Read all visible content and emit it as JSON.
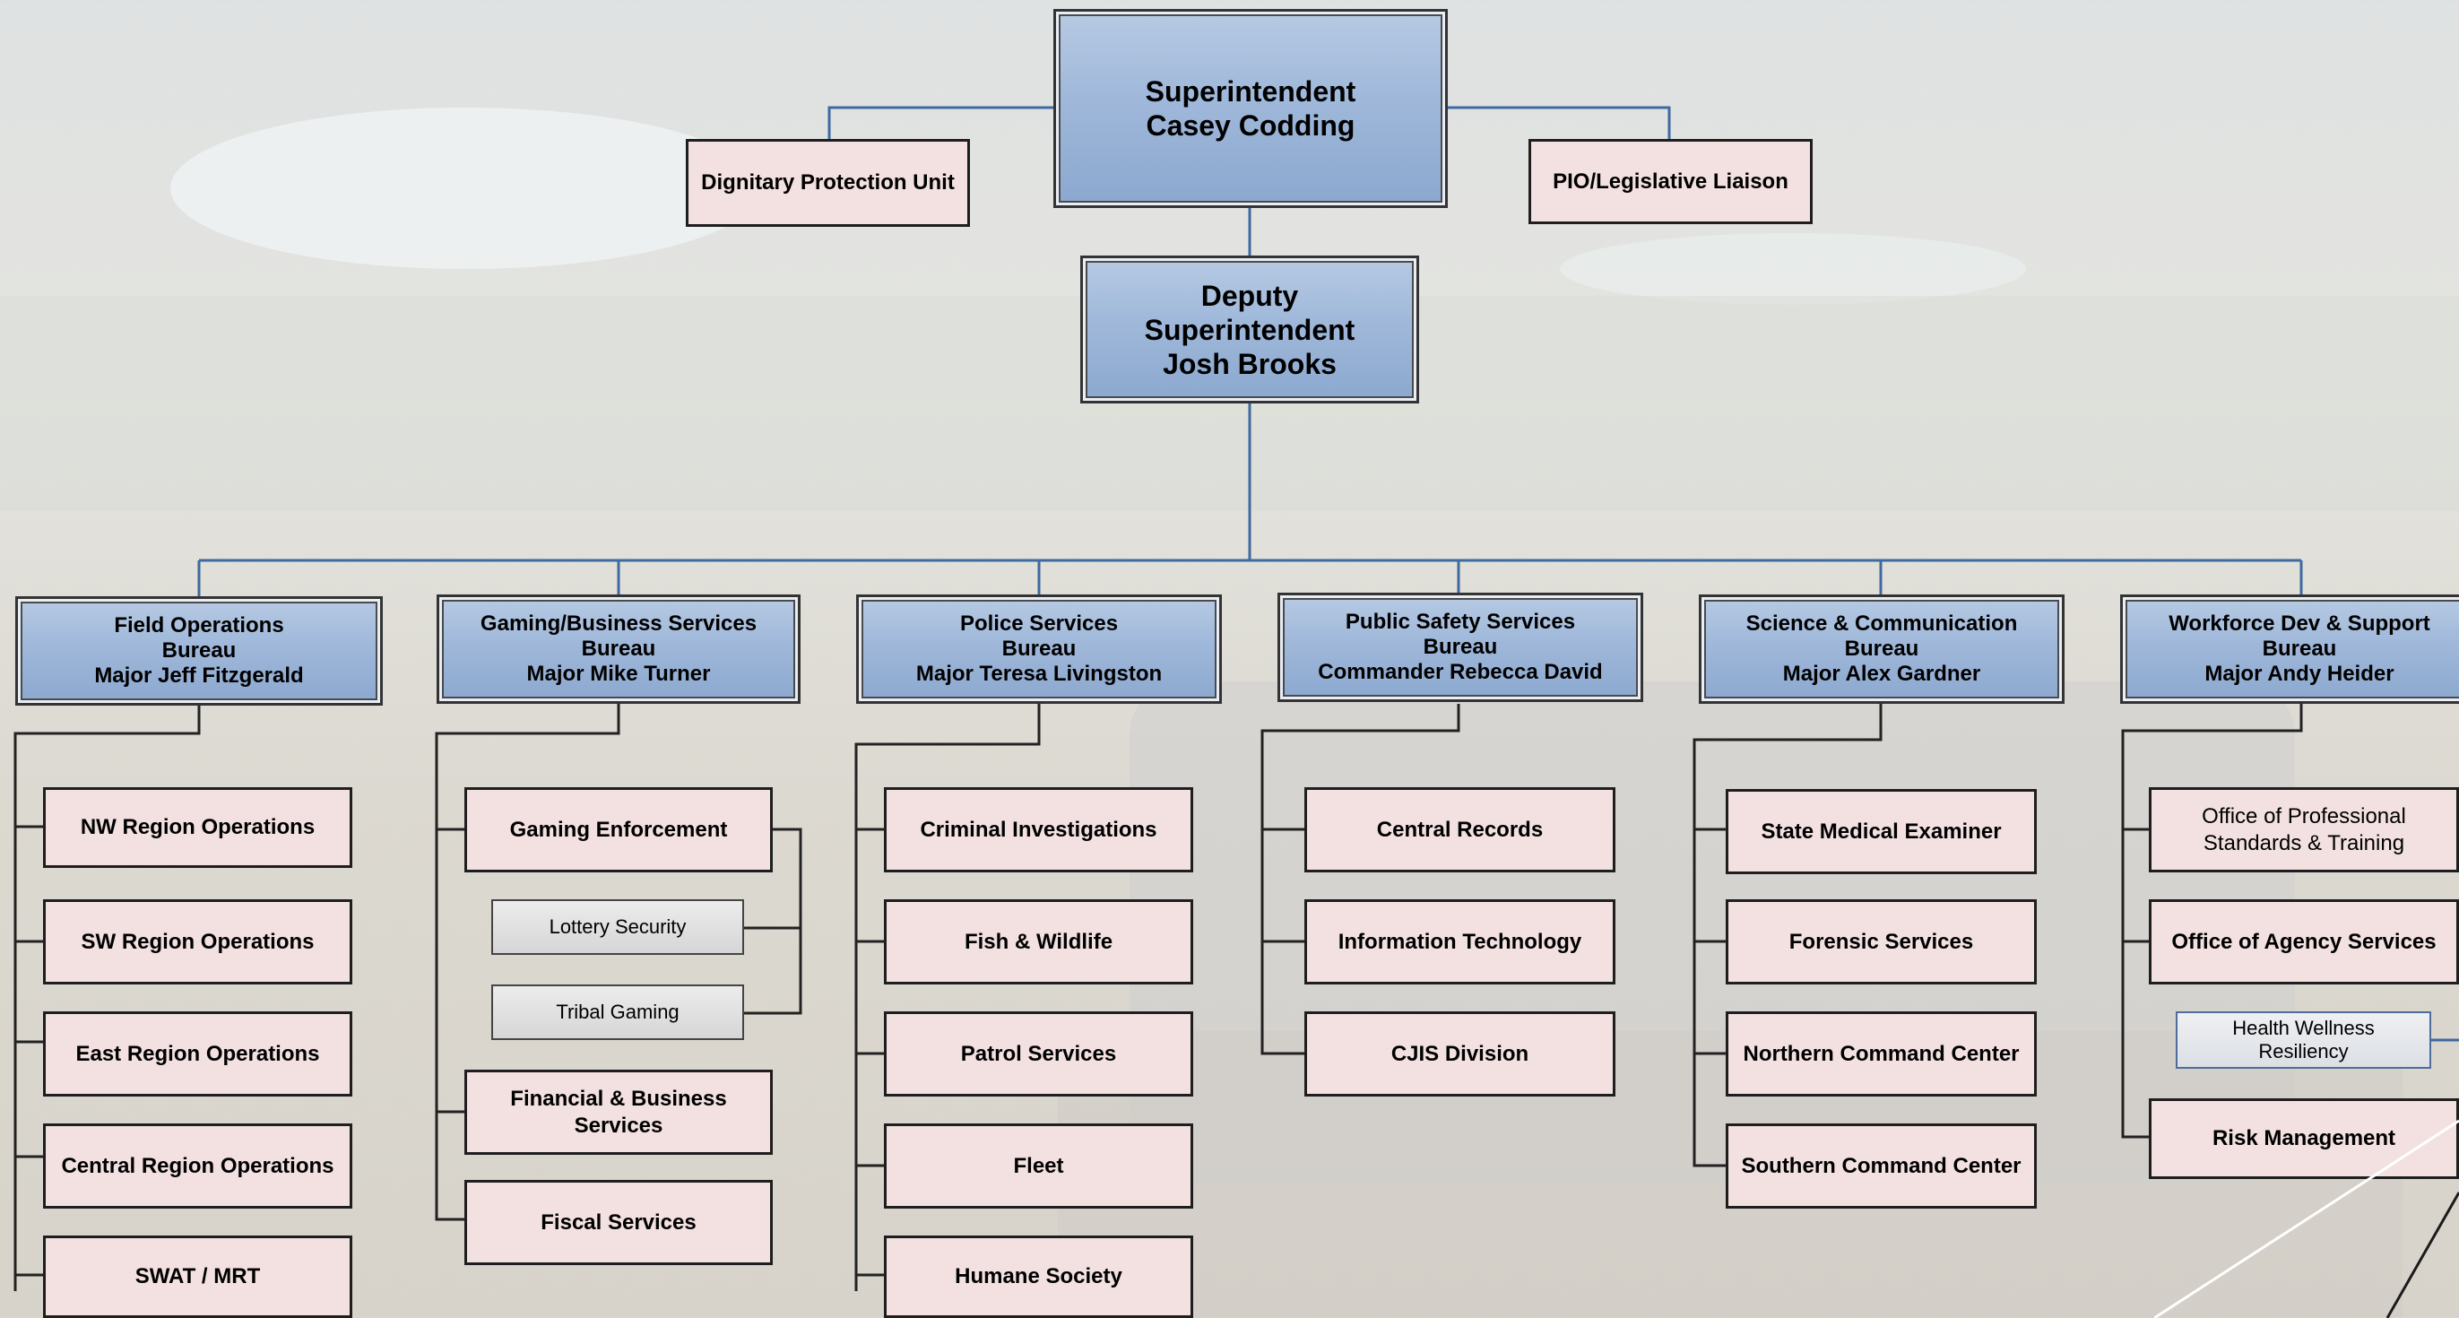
{
  "chart": {
    "superintendent": "Superintendent\nCasey Codding",
    "deputy": "Deputy\nSuperintendent\nJosh Brooks",
    "staff": [
      "Dignitary Protection Unit",
      "PIO/Legislative Liaison"
    ],
    "bureaus": [
      "Field Operations\nBureau\nMajor Jeff Fitzgerald",
      "Gaming/Business Services\nBureau\nMajor Mike Turner",
      "Police Services\nBureau\nMajor Teresa Livingston",
      "Public Safety Services\nBureau\nCommander Rebecca David",
      "Science & Communication\nBureau\nMajor Alex Gardner",
      "Workforce Dev & Support\nBureau\nMajor Andy Heider"
    ],
    "field_ops": [
      "NW Region Operations",
      "SW Region Operations",
      "East Region Operations",
      "Central Region Operations",
      "SWAT / MRT"
    ],
    "gaming": {
      "enforcement": "Gaming Enforcement",
      "lottery": "Lottery Security",
      "tribal": "Tribal Gaming",
      "financial": "Financial & Business\nServices",
      "fiscal": "Fiscal Services"
    },
    "police": [
      "Criminal Investigations",
      "Fish & Wildlife",
      "Patrol Services",
      "Fleet",
      "Humane Society"
    ],
    "public_safety": [
      "Central Records",
      "Information Technology",
      "CJIS Division"
    ],
    "science": [
      "State Medical Examiner",
      "Forensic Services",
      "Northern Command Center",
      "Southern Command Center"
    ],
    "workforce": {
      "professional": "Office of Professional\nStandards & Training",
      "agency": "Office of Agency Services",
      "health": "Health Wellness\nResiliency",
      "risk": "Risk Management"
    }
  },
  "colors": {
    "connector": "#3e6aa0",
    "bureau_fill": "#9fb8da",
    "unit_fill": "#f3e1e1"
  }
}
